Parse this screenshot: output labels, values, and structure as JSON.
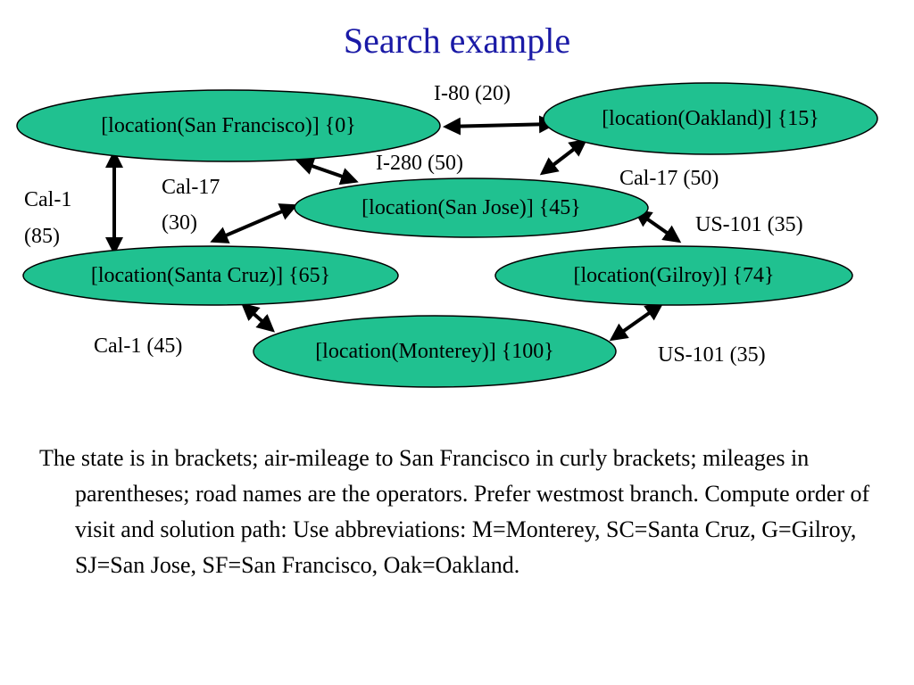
{
  "slide": {
    "title": "Search example",
    "caption": "The state is in brackets; air-mileage to San Francisco in curly brackets; mileages in parentheses; road names are the operators. Prefer westmost branch.  Compute order of visit and solution path:  Use abbreviations: M=Monterey, SC=Santa Cruz, G=Gilroy, SJ=San Jose, SF=San Francisco, Oak=Oakland."
  },
  "colors": {
    "title": "#1a1aa6",
    "node_fill": "#20c190",
    "node_stroke": "#000000",
    "edge": "#000000"
  },
  "nodes": {
    "sf": "[location(San Francisco)] {0}",
    "oak": "[location(Oakland)] {15}",
    "sj": "[location(San Jose)] {45}",
    "sc": "[location(Santa Cruz)] {65}",
    "gil": "[location(Gilroy)] {74}",
    "mon": "[location(Monterey)] {100}"
  },
  "edges": {
    "i80": "I-80 (20)",
    "i280": "I-280 (50)",
    "cal17_oak": "Cal-17 (50)",
    "cal17_sc_1": "Cal-17",
    "cal17_sc_2": "(30)",
    "cal1_sf_1": "Cal-1",
    "cal1_sf_2": "(85)",
    "us101_gil": "US-101 (35)",
    "cal1_mon": "Cal-1 (45)",
    "us101_mon": "US-101 (35)"
  }
}
